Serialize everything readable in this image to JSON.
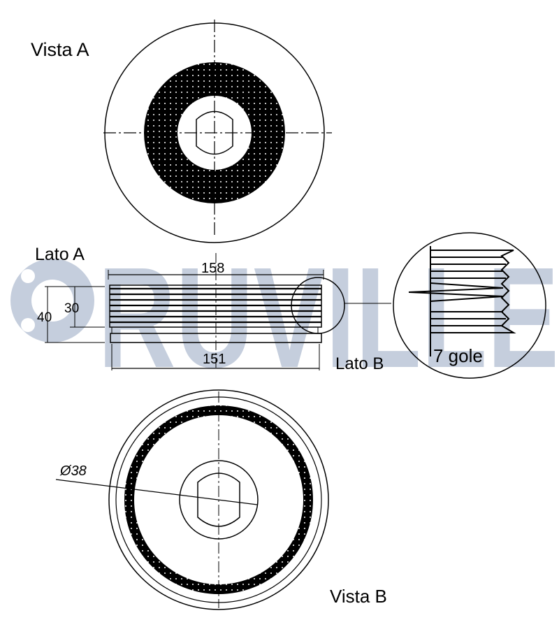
{
  "watermark": {
    "brand": "RUVILLE",
    "color": "#c5cedd"
  },
  "labels": {
    "vista_a": "Vista A",
    "vista_b": "Vista B",
    "lato_a": "Lato A",
    "lato_b": "Lato B",
    "grooves": "7 gole"
  },
  "dimensions": {
    "outer_width": "158",
    "belt_width": "151",
    "height_total": "40",
    "height_grooved": "30",
    "bore_diameter": "Ø38"
  }
}
